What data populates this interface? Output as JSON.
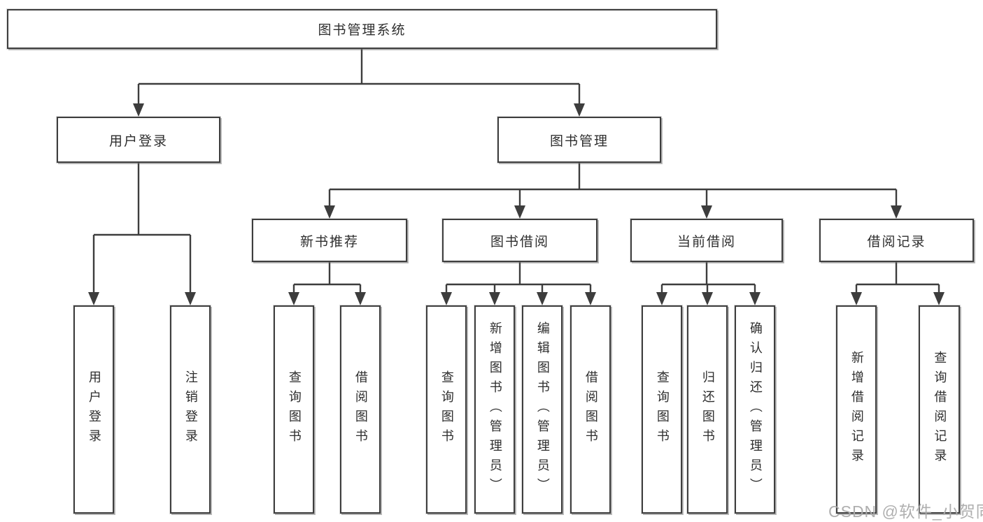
{
  "diagram": {
    "root": "图书管理系统",
    "branches": [
      {
        "label": "用户登录",
        "leaves": [
          "用户登录",
          "注销登录"
        ]
      },
      {
        "label": "图书管理",
        "groups": [
          {
            "label": "新书推荐",
            "leaves": [
              "查询图书",
              "借阅图书"
            ]
          },
          {
            "label": "图书借阅",
            "leaves": [
              "查询图书",
              "新增图书（管理员）",
              "编辑图书（管理员）",
              "借阅图书"
            ]
          },
          {
            "label": "当前借阅",
            "leaves": [
              "查询图书",
              "归还图书",
              "确认归还（管理员）"
            ]
          },
          {
            "label": "借阅记录",
            "leaves": [
              "新增借阅记录",
              "查询借阅记录"
            ]
          }
        ]
      }
    ]
  },
  "watermark": {
    "text": "CSDN @软件_小贺同学"
  },
  "colors": {
    "line": "#3d3d3d",
    "box_border": "#3e3e3e",
    "text": "#2e2e2e",
    "watermark": "#ababab",
    "background": "#ffffff"
  }
}
